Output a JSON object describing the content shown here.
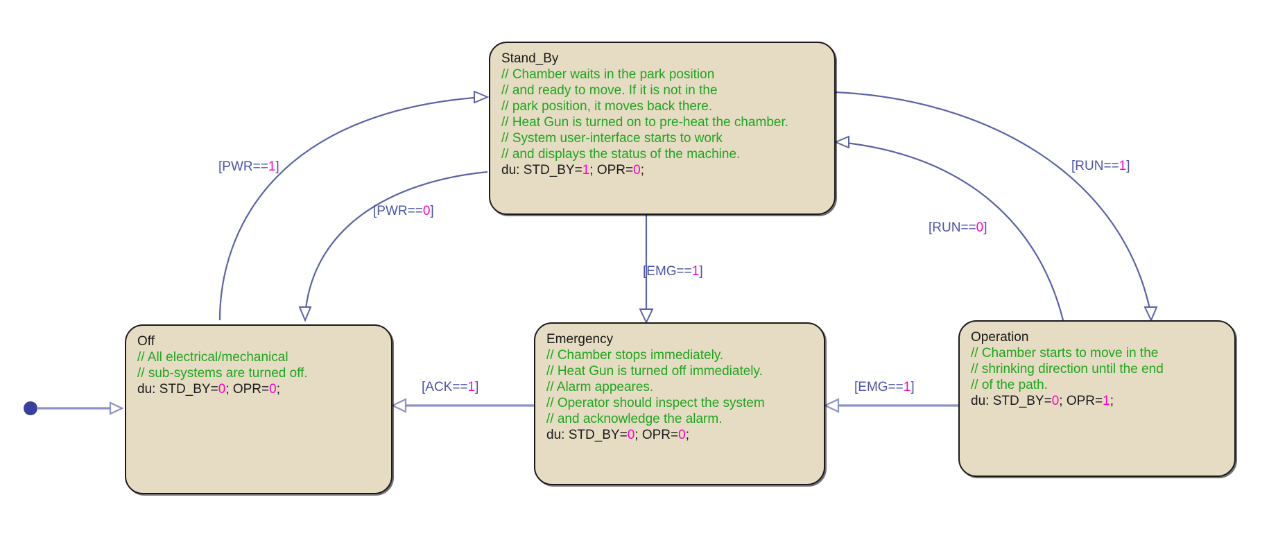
{
  "diagram": {
    "title": "Stateflow chart",
    "type": "state-machine",
    "colors": {
      "state_fill": "#e6dcc3",
      "state_border": "#1a1a1a",
      "comment_text": "#1ea51e",
      "action_text": "#1a1a1a",
      "number_literal": "#ff00cc",
      "transition_line": "#5b63a8",
      "transition_label": "#4a53a8",
      "default_dot": "#3a3f9e",
      "background": "#ffffff"
    }
  },
  "states": {
    "stand_by": {
      "name": "Stand_By",
      "comments": [
        "// Chamber waits in the park position",
        "// and ready to move. If it is not in the",
        "// park position, it moves back there.",
        "// Heat Gun is turned on to pre-heat the chamber.",
        "// System user-interface starts to work",
        "// and displays the status of the machine."
      ],
      "action_prefix": "du: STD_BY=",
      "action_v1": "1",
      "action_mid": "; OPR=",
      "action_v2": "0",
      "action_suffix": ";"
    },
    "off": {
      "name": "Off",
      "comments": [
        "// All electrical/mechanical",
        "// sub-systems are turned off."
      ],
      "action_prefix": "du: STD_BY=",
      "action_v1": "0",
      "action_mid": "; OPR=",
      "action_v2": "0",
      "action_suffix": ";"
    },
    "emergency": {
      "name": "Emergency",
      "comments": [
        "// Chamber stops immediately.",
        "// Heat Gun is turned off immediately.",
        "// Alarm appeares.",
        "// Operator should inspect the system",
        "// and acknowledge the alarm."
      ],
      "action_prefix": "du: STD_BY=",
      "action_v1": "0",
      "action_mid": "; OPR=",
      "action_v2": "0",
      "action_suffix": ";"
    },
    "operation": {
      "name": "Operation",
      "comments": [
        "// Chamber starts to move in the",
        "// shrinking direction until the end",
        "// of the path."
      ],
      "action_prefix": "du: STD_BY=",
      "action_v1": "0",
      "action_mid": "; OPR=",
      "action_v2": "1",
      "action_suffix": ";"
    }
  },
  "transitions": {
    "pwr_on": {
      "open": "[PWR==",
      "value": "1",
      "close": "]",
      "from": "Off",
      "to": "Stand_By"
    },
    "pwr_off": {
      "open": "[PWR==",
      "value": "0",
      "close": "]",
      "from": "Stand_By",
      "to": "Off"
    },
    "run_on": {
      "open": "[RUN==",
      "value": "1",
      "close": "]",
      "from": "Stand_By",
      "to": "Operation"
    },
    "run_off": {
      "open": "[RUN==",
      "value": "0",
      "close": "]",
      "from": "Operation",
      "to": "Stand_By"
    },
    "emg_standby": {
      "open": "[EMG==",
      "value": "1",
      "close": "]",
      "from": "Stand_By",
      "to": "Emergency"
    },
    "emg_operation": {
      "open": "[EMG==",
      "value": "1",
      "close": "]",
      "from": "Operation",
      "to": "Emergency"
    },
    "ack": {
      "open": "[ACK==",
      "value": "1",
      "close": "]",
      "from": "Emergency",
      "to": "Off"
    }
  },
  "default_transition": {
    "label": "",
    "target": "Off"
  }
}
